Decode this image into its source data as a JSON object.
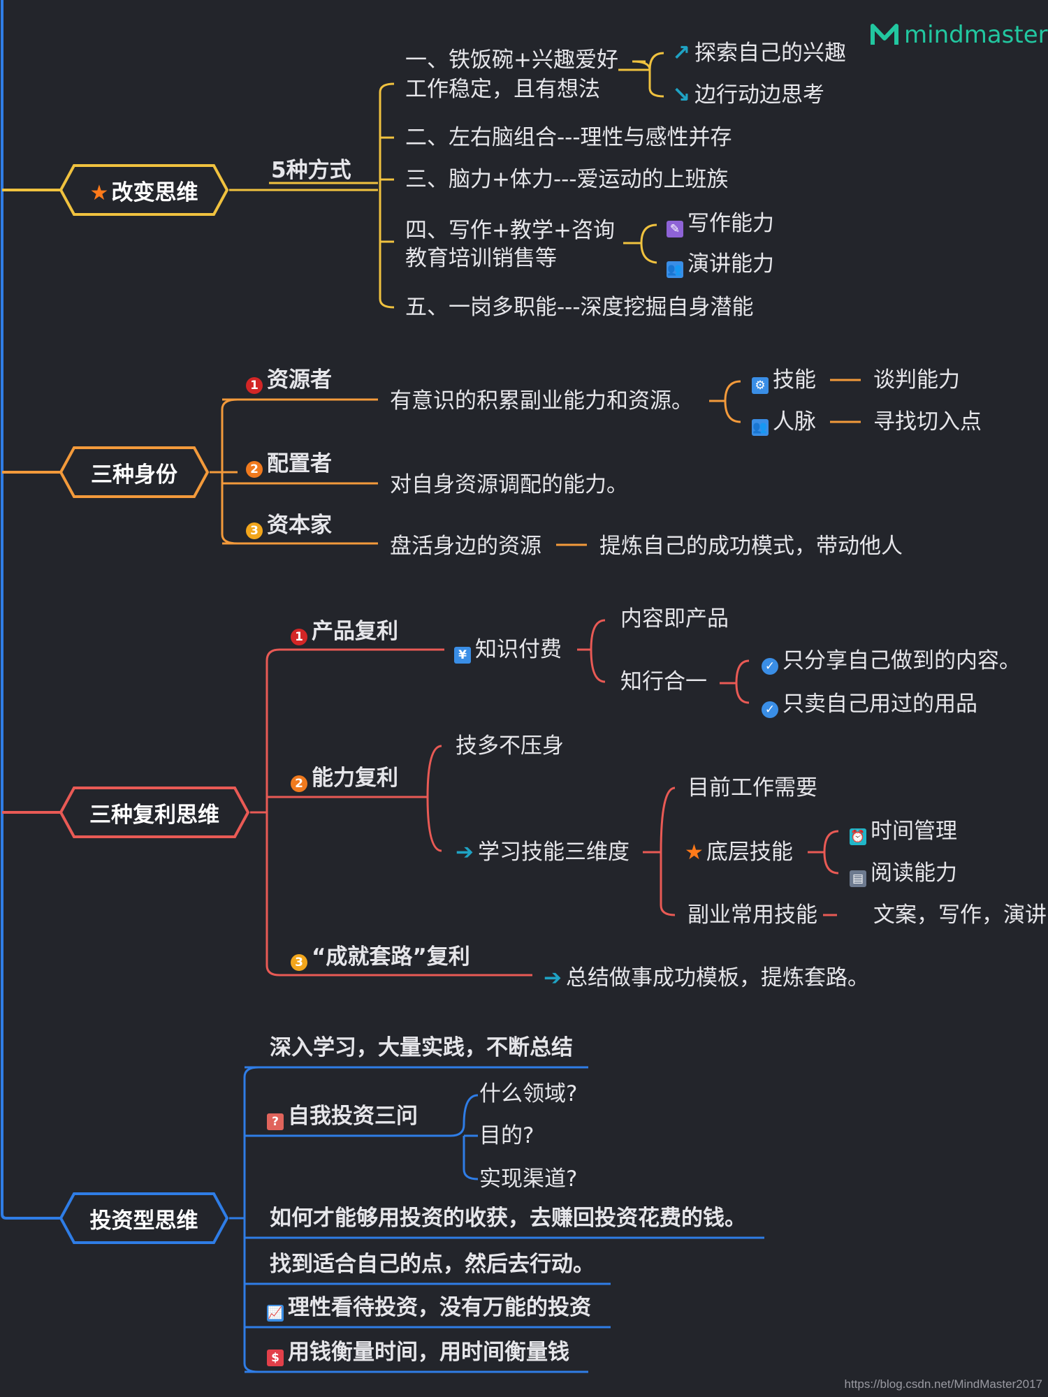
{
  "brand": {
    "logo_text": "mindmaster",
    "logo_color": "#22c7a0"
  },
  "credit": "https://blog.csdn.net/MindMaster2017",
  "colors": {
    "background": "#23252b",
    "branch1": "#f0c23f",
    "branch2": "#f39a3b",
    "branch3": "#e95a55",
    "branch4": "#2f7de6"
  },
  "branch1": {
    "title": "改变思维",
    "icon": "star-icon",
    "sub": "5种方式",
    "items": [
      {
        "line1": "一、铁饭碗+兴趣爱好",
        "line2": "工作稳定，且有想法"
      },
      {
        "line1": "二、左右脑组合---理性与感性并存"
      },
      {
        "line1": "三、脑力+体力---爱运动的上班族"
      },
      {
        "line1": "四、写作+教学+咨询",
        "line2": "教育培训销售等"
      },
      {
        "line1": "五、一岗多职能---深度挖掘自身潜能"
      }
    ],
    "item1_children": [
      "探索自己的兴趣",
      "边行动边思考"
    ],
    "item4_children": [
      "写作能力",
      "演讲能力"
    ]
  },
  "branch2": {
    "title": "三种身份",
    "roles": [
      {
        "num": "1",
        "label": "资源者",
        "desc": "有意识的积累副业能力和资源。"
      },
      {
        "num": "2",
        "label": "配置者",
        "desc": "对自身资源调配的能力。"
      },
      {
        "num": "3",
        "label": "资本家",
        "desc": "盘活身边的资源"
      }
    ],
    "role1_children": [
      {
        "label": "技能",
        "leaf": "谈判能力"
      },
      {
        "label": "人脉",
        "leaf": "寻找切入点"
      }
    ],
    "role3_leaf": "提炼自己的成功模式，带动他人"
  },
  "branch3": {
    "title": "三种复利思维",
    "sections": [
      {
        "num": "1",
        "label": "产品复利"
      },
      {
        "num": "2",
        "label": "能力复利"
      },
      {
        "num": "3",
        "label": "“成就套路”复利"
      }
    ],
    "product": {
      "child": "知识付费",
      "leaves": [
        "内容即产品",
        "知行合一"
      ],
      "zhixing_children": [
        "只分享自己做到的内容。",
        "只卖自己用过的用品"
      ]
    },
    "ability": {
      "children": [
        "技多不压身",
        "学习技能三维度"
      ],
      "dims": [
        "目前工作需要",
        "底层技能",
        "副业常用技能"
      ],
      "base_skills": [
        "时间管理",
        "阅读能力"
      ],
      "side_leaf": "文案，写作，演讲"
    },
    "routine_leaf": "总结做事成功模板，提炼套路。"
  },
  "branch4": {
    "title": "投资型思维",
    "items": [
      "深入学习，大量实践，不断总结",
      "自我投资三问",
      "如何才能够用投资的收获，去赚回投资花费的钱。",
      "找到适合自己的点，然后去行动。",
      "理性看待投资，没有万能的投资",
      "用钱衡量时间，用时间衡量钱"
    ],
    "questions": [
      "什么领域?",
      "目的?",
      "实现渠道?"
    ]
  }
}
